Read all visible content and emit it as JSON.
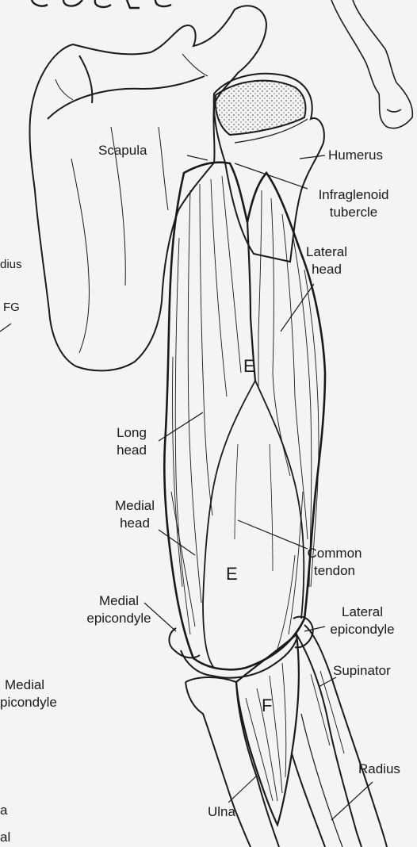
{
  "labels": {
    "scapula": "Scapula",
    "humerus": "Humerus",
    "infraglenoid_1": "Infraglenoid",
    "infraglenoid_2": "tubercle",
    "lateral_head_1": "Lateral",
    "lateral_head_2": "head",
    "long_head_1": "Long",
    "long_head_2": "head",
    "medial_head_1": "Medial",
    "medial_head_2": "head",
    "common_tendon_1": "Common",
    "common_tendon_2": "tendon",
    "medial_epicondyle_1": "Medial",
    "medial_epicondyle_2": "epicondyle",
    "lateral_epicondyle_1": "Lateral",
    "lateral_epicondyle_2": "epicondyle",
    "supinator": "Supinator",
    "radius": "Radius",
    "ulna": "Ulna",
    "e_upper": "E",
    "e_lower": "E",
    "f_letter": "F",
    "left_cut_1": "dius",
    "left_cut_2": "FG",
    "left_cut_3": "Medial",
    "left_cut_4": "picondyle",
    "left_cut_5": "a",
    "left_cut_6": "al"
  },
  "colors": {
    "background": "#f4f4f2",
    "ink": "#1a1a1a"
  }
}
